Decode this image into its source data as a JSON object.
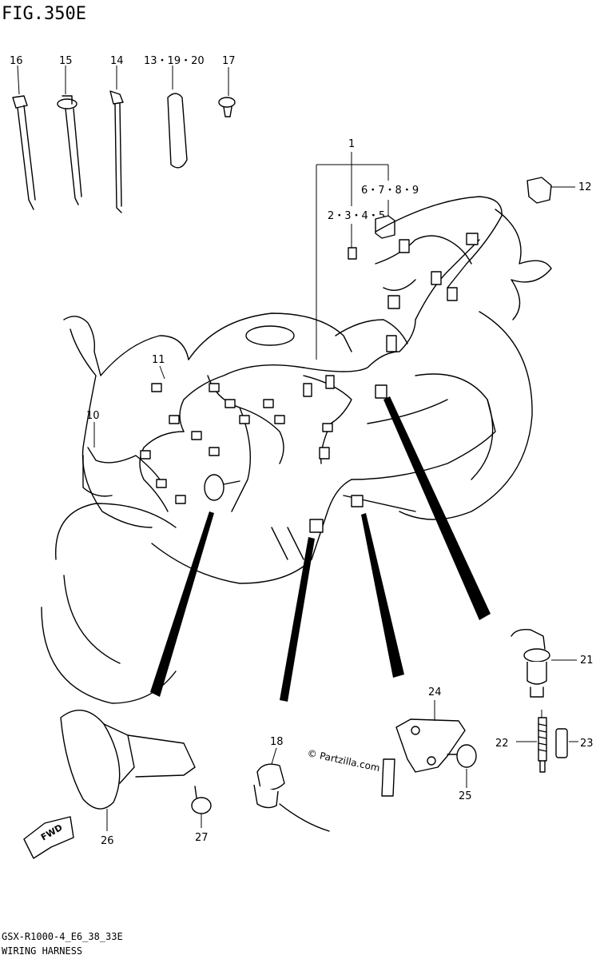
{
  "header": {
    "figure_label": "FIG.350E"
  },
  "callouts": {
    "c16": "16",
    "c15": "15",
    "c14": "14",
    "c13_19_20": "13・19・20",
    "c17": "17",
    "c1": "1",
    "c6_7_8_9": "6・7・8・9",
    "c2_3_4_5": "2・3・4・5",
    "c12": "12",
    "c11": "11",
    "c10": "10",
    "c21": "21",
    "c22": "22",
    "c23": "23",
    "c24": "24",
    "c25": "25",
    "c18": "18",
    "c26": "26",
    "c27": "27"
  },
  "watermark": "© Partzilla.com",
  "fwd_label": "FWD",
  "footer": {
    "model_code": "GSX-R1000-4_E6_38_33E",
    "section_title": "WIRING HARNESS"
  }
}
